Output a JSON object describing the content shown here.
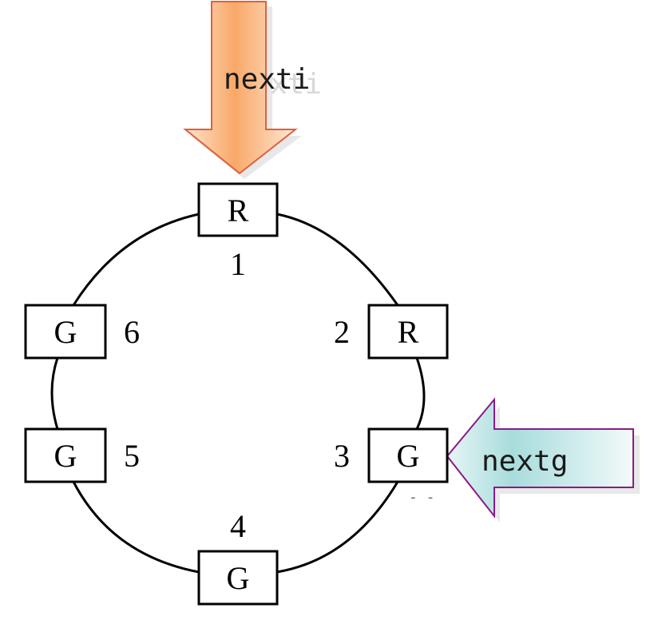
{
  "nodes": [
    {
      "id": "1",
      "number": "1",
      "letter": "R"
    },
    {
      "id": "2",
      "number": "2",
      "letter": "R"
    },
    {
      "id": "3",
      "number": "3",
      "letter": "G"
    },
    {
      "id": "4",
      "number": "4",
      "letter": "G"
    },
    {
      "id": "5",
      "number": "5",
      "letter": "G"
    },
    {
      "id": "6",
      "number": "6",
      "letter": "G"
    }
  ],
  "pointers": {
    "nexti": {
      "label": "nexti",
      "target": "1",
      "color": "#f08a3c",
      "stroke": "#e0603a"
    },
    "nextg": {
      "label": "nextg",
      "target": "3",
      "color": "#9fd6d8",
      "stroke": "#8a1a8a"
    }
  },
  "colors": {
    "line": "#000000",
    "box_fill": "#ffffff"
  }
}
